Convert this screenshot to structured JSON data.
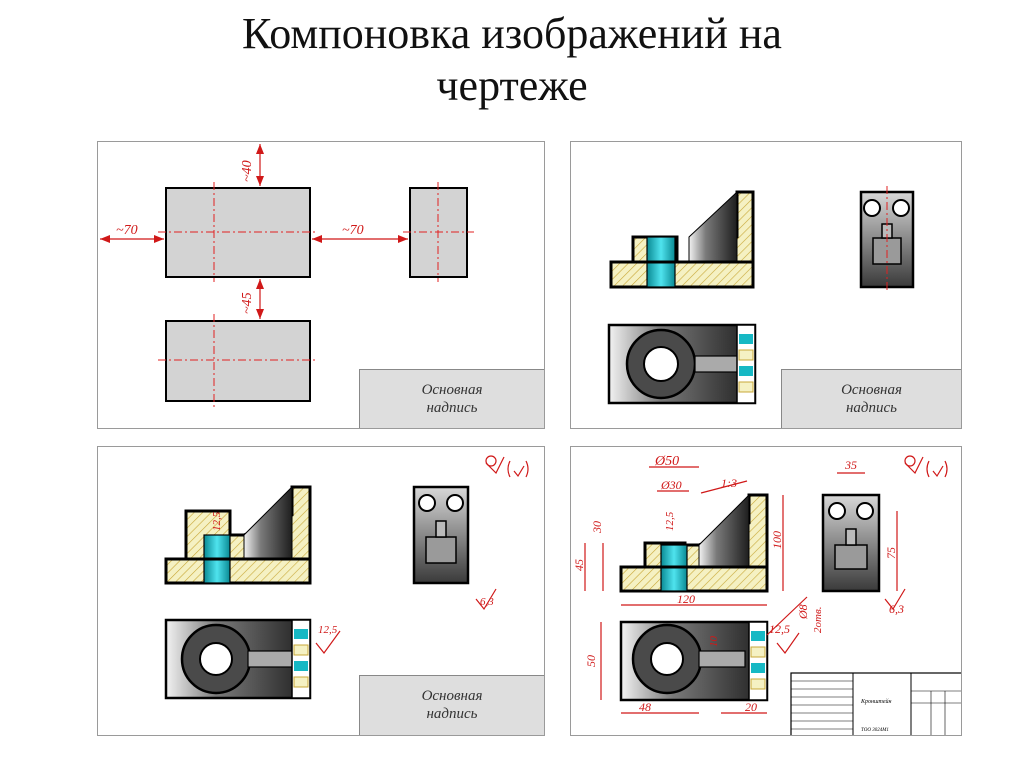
{
  "slide": {
    "title_line1": "Компоновка изображений на",
    "title_line2": "чертеже"
  },
  "panels": {
    "p1": {
      "dims": {
        "top_gap": "~40",
        "left_gap": "~70",
        "right_gap": "~70",
        "middle_gap": "~45"
      },
      "stamp": {
        "line1": "Основная",
        "line2": "надпись"
      }
    },
    "p2": {
      "stamp": {
        "line1": "Основная",
        "line2": "надпись"
      }
    },
    "p3": {
      "dims": {
        "section_height": "12,5",
        "roughness_side": "6,3",
        "roughness_bottom": "12,5"
      },
      "stamp": {
        "line1": "Основная",
        "line2": "надпись"
      }
    },
    "p4": {
      "dims": {
        "d50": "Ø50",
        "d30": "Ø30",
        "slope": "1:3",
        "h12_5": "12,5",
        "h30": "30",
        "h45": "45",
        "h100": "100",
        "w120": "120",
        "w35": "35",
        "h75": "75",
        "r6_3": "6,3",
        "d8": "Ø8",
        "otv": "2отв.",
        "r12_5": "12,5",
        "h10": "10",
        "h50": "50",
        "w48": "48",
        "w20": "20"
      },
      "title_block": {
        "name": "Кронштейн",
        "sub": "ТОО 3024М1"
      }
    }
  },
  "colors": {
    "view_gray": "#d3d3d3",
    "hatch_fill": "#f5f1c3",
    "hatch_line": "#c8a838",
    "cyan": "#16b8c4",
    "red_dim": "#d01818",
    "metal_dark": "#2a2a2a"
  }
}
